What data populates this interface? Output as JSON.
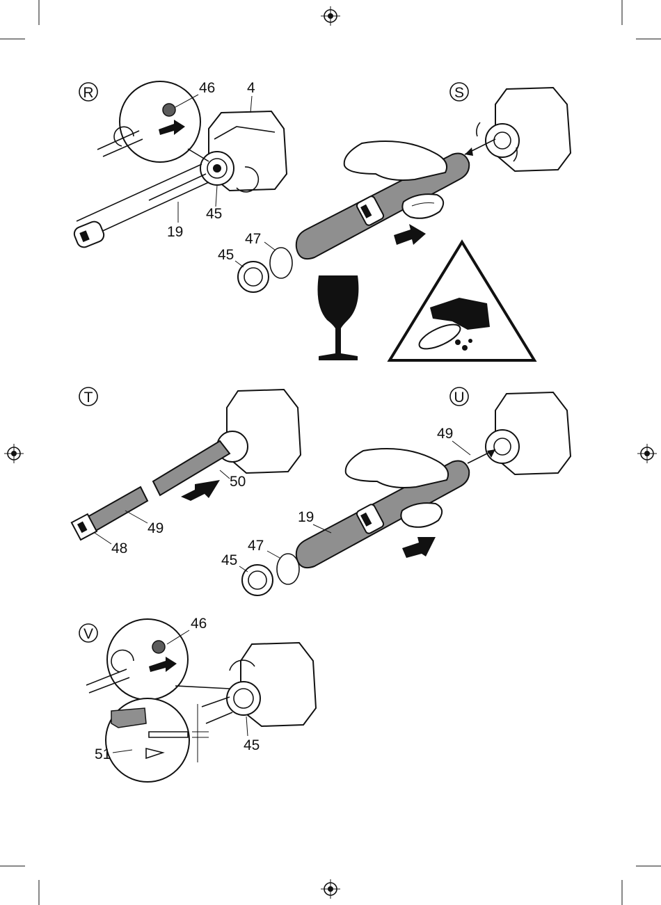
{
  "panels": [
    {
      "letter": "R",
      "callouts": [
        "46",
        "4",
        "45",
        "19",
        "47",
        "45"
      ]
    },
    {
      "letter": "S",
      "callouts": []
    },
    {
      "letter": "T",
      "callouts": [
        "50",
        "49",
        "48"
      ]
    },
    {
      "letter": "U",
      "callouts": [
        "49",
        "19",
        "47",
        "45"
      ]
    },
    {
      "letter": "V",
      "callouts": [
        "46",
        "51",
        "45"
      ]
    }
  ],
  "icons": [
    "fragile-glass-icon",
    "cut-hazard-warning-icon",
    "registration-mark-icon"
  ],
  "colors": {
    "ink": "#111111",
    "tube": "#8f8f8f",
    "paper": "#ffffff"
  }
}
